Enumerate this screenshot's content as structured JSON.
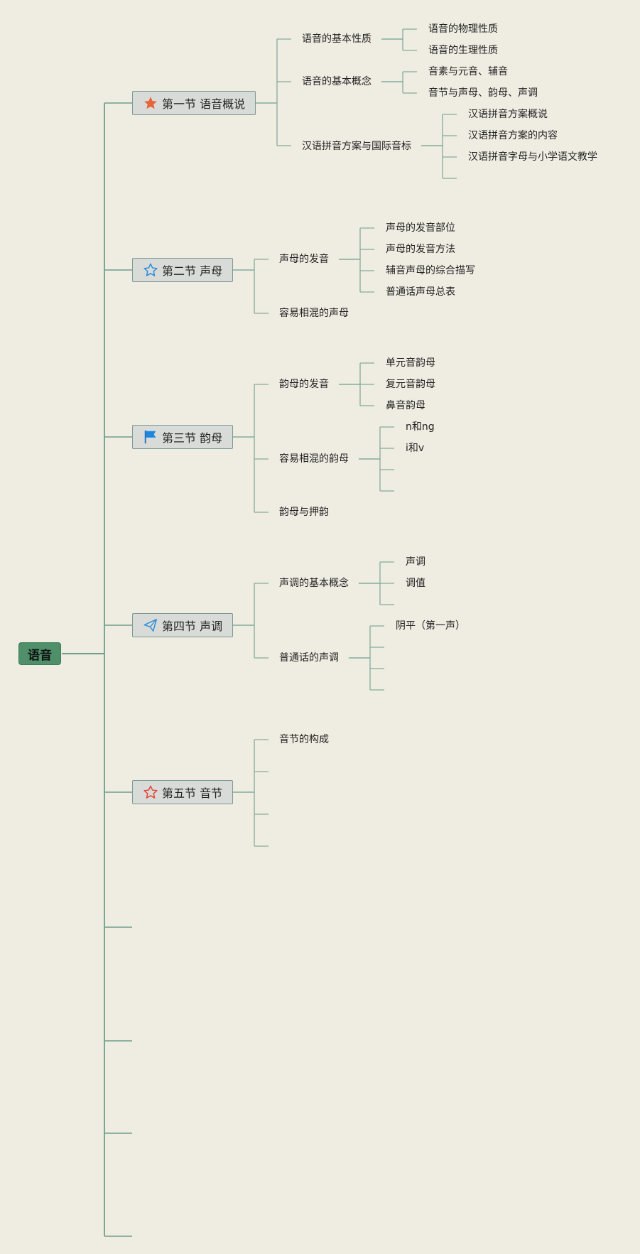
{
  "root": {
    "label": "语音"
  },
  "colors": {
    "background": "#efece2",
    "line": "#6f9e8c",
    "root_fill": "#4f8f6a",
    "node_fill": "#d9dbd8"
  },
  "sections": [
    {
      "label": "第一节 语音概说",
      "icon": "star-filled-orange-icon",
      "topics": [
        {
          "label": "语音的基本性质",
          "children": [
            "语音的物理性质",
            "语音的生理性质"
          ]
        },
        {
          "label": "语音的基本概念",
          "children": [
            "音素与元音、辅音",
            "音节与声母、韵母、声调"
          ]
        },
        {
          "label": "汉语拼音方案与国际音标",
          "children": [
            "汉语拼音方案概说",
            "汉语拼音方案的内容",
            "汉语拼音字母与小学语文教学",
            ""
          ]
        }
      ]
    },
    {
      "label": "第二节 声母",
      "icon": "star-outline-blue-icon",
      "topics": [
        {
          "label": "声母的发音",
          "children": [
            "声母的发音部位",
            "声母的发音方法",
            "辅音声母的综合描写",
            "普通话声母总表"
          ]
        },
        {
          "label": "容易相混的声母",
          "children": []
        }
      ]
    },
    {
      "label": "第三节 韵母",
      "icon": "flag-blue-icon",
      "topics": [
        {
          "label": "韵母的发音",
          "children": [
            "单元音韵母",
            "复元音韵母",
            "鼻音韵母"
          ]
        },
        {
          "label": "容易相混的韵母",
          "children": [
            "n和ng",
            "i和v",
            "",
            ""
          ]
        },
        {
          "label": "韵母与押韵",
          "children": []
        }
      ]
    },
    {
      "label": "第四节 声调",
      "icon": "paper-plane-icon",
      "topics": [
        {
          "label": "声调的基本概念",
          "children": [
            "声调",
            "调值",
            ""
          ]
        },
        {
          "label": "普通话的声调",
          "children": [
            "阴平（第一声）",
            "",
            "",
            ""
          ]
        }
      ]
    },
    {
      "label": "第五节 音节",
      "icon": "star-outline-red-icon",
      "topics": [
        {
          "label": "音节的构成",
          "children": []
        },
        {
          "label": "",
          "children": []
        },
        {
          "label": "",
          "children": []
        },
        {
          "label": "",
          "children": []
        }
      ]
    }
  ]
}
